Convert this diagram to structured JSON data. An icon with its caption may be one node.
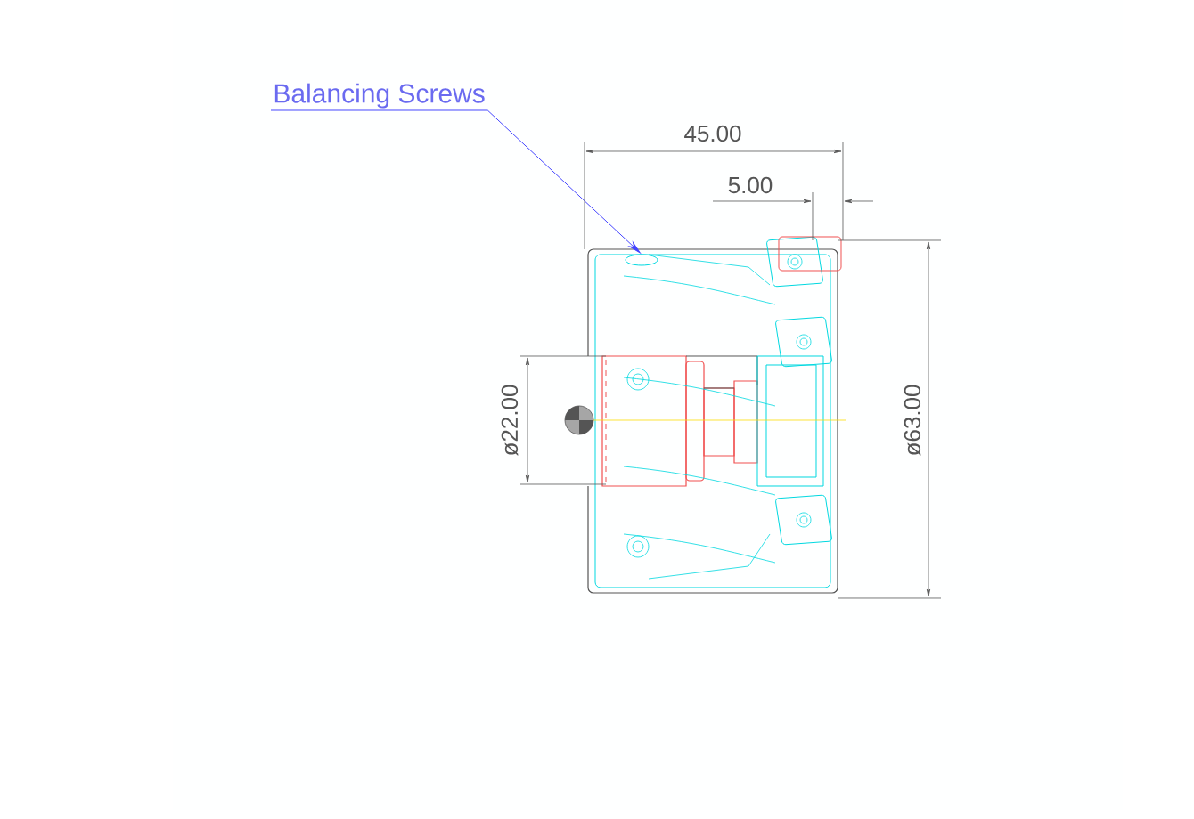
{
  "diagram": {
    "nodes": [
      {
        "text": [
          "Balancing Screws"
        ]
      },
      {
        "text": [],
        "shape": "circle"
      }
    ],
    "edges": [
      {
        "from": 0,
        "to": 1,
        "arrow": "to"
      }
    ],
    "labels": [
      "45.00",
      "5.00",
      "ø22.00",
      "ø63.00"
    ]
  }
}
